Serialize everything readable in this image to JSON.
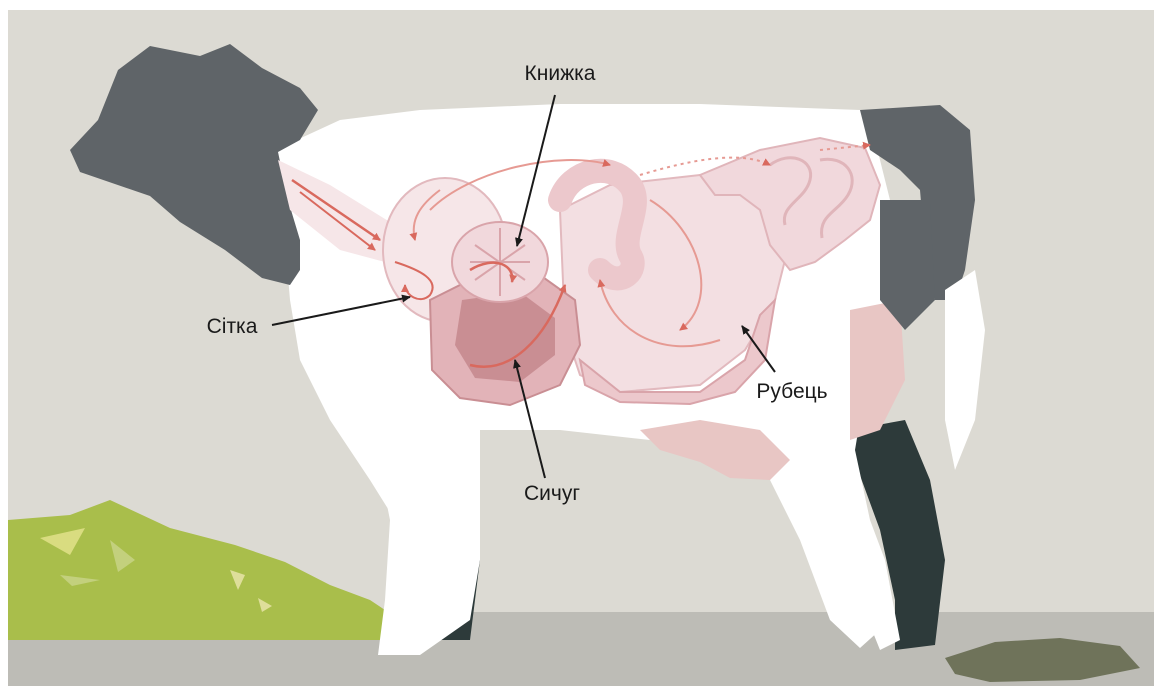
{
  "labels": {
    "omasum": "Книжка",
    "reticulum": "Сітка",
    "abomasum": "Сичуг",
    "rumen": "Рубець"
  },
  "colors": {
    "background": "#dcdad3",
    "ground": "#bdbcb6",
    "cow_body": "#ffffff",
    "cow_dark_patch": "#5f6468",
    "cow_legs_dark": "#2d3a3a",
    "udder": "#e8c6c4",
    "organ_light": "#f6e6e8",
    "organ_mid": "#ecc8cc",
    "organ_dark": "#c98e93",
    "flow_arrow": "#d9695e",
    "grass": "#a9be4b",
    "dung": "#6f735a"
  }
}
